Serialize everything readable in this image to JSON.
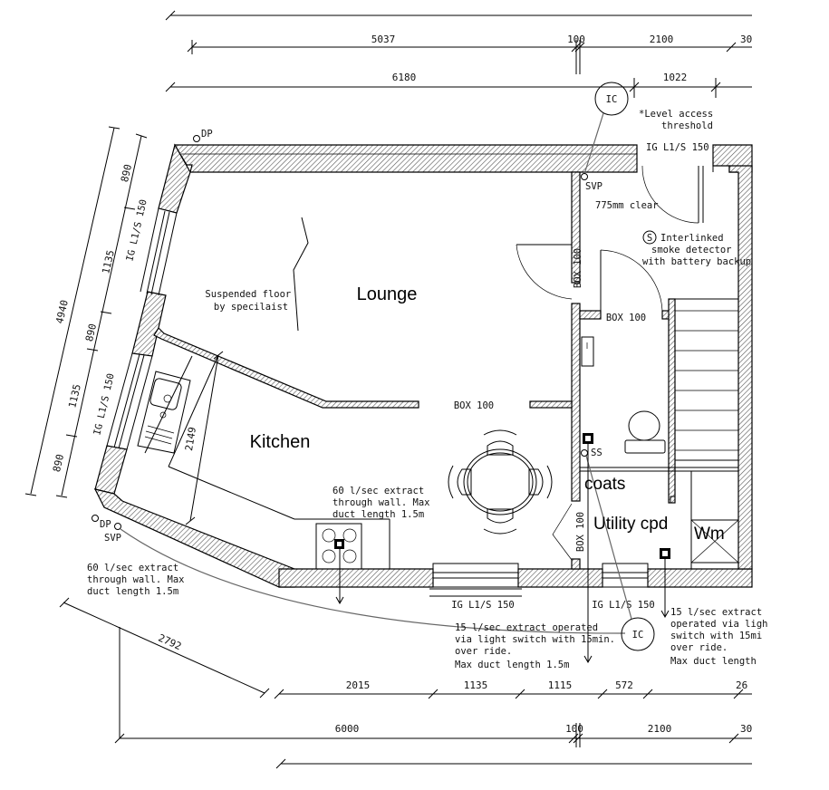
{
  "rooms": {
    "lounge": "Lounge",
    "kitchen": "Kitchen",
    "coats": "coats",
    "utility": "Utility cpd",
    "wm": "Wm"
  },
  "dimensions": {
    "top1": "5037",
    "top2": "100",
    "top3": "2100",
    "top4": "30",
    "top5": "6180",
    "top6": "1022",
    "left1": "890",
    "left2": "1135",
    "left3": "890",
    "left4": "1135",
    "left5": "890",
    "left_total": "4940",
    "kitchen_diag": "2149",
    "bottom_diag": "2792",
    "bot1": "2015",
    "bot2": "1135",
    "bot3": "1115",
    "bot4": "572",
    "bot5": "26",
    "bot6": "6000",
    "bot7": "100",
    "bot8": "2100",
    "bot9": "30"
  },
  "labels": {
    "ic": "IC",
    "dp": "DP",
    "svp": "SVP",
    "ss": "SS",
    "s": "S",
    "box1": "BOX 100",
    "box2": "BOX 100",
    "box3": "BOX 100",
    "box4": "BOX 100",
    "window_left1": "IG L1/S 150",
    "window_left2": "IG L1/S 150",
    "window_top": "IG L1/S 150",
    "window_bot1": "IG L1/S 150",
    "window_bot2": "IG L1/S 150"
  },
  "notes": {
    "level_access": [
      "*Level access",
      "threshold"
    ],
    "clear": "775mm clear",
    "smoke": [
      "Interlinked",
      "smoke detector",
      "with battery backup"
    ],
    "floor": [
      "Suspended floor",
      "by specilaist"
    ],
    "extract_kitchen": [
      "60 l/sec extract",
      "through wall. Max",
      "duct length 1.5m"
    ],
    "extract_left": [
      "60 l/sec extract",
      "through wall. Max",
      "duct length 1.5m"
    ],
    "extract_wc": [
      "15 l/sec extract operated",
      "via light switch with 15min.",
      "over ride.",
      "Max duct length 1.5m"
    ],
    "extract_right": [
      "15 l/sec extract",
      "operated via ligh",
      "switch with 15mi",
      "over ride.",
      "Max duct length"
    ]
  }
}
